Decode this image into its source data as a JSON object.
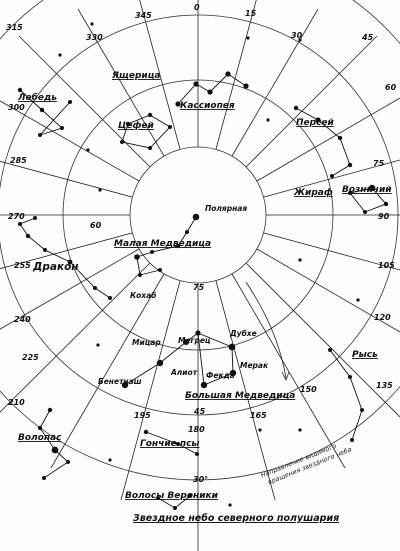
{
  "title": "Звездное небо северного полушария",
  "note": [
    "Направление видимого",
    "вращения звездного неба"
  ],
  "hour_marks": [
    "0",
    "15",
    "30",
    "45",
    "60",
    "75",
    "90",
    "105",
    "120",
    "135",
    "150",
    "165",
    "180",
    "195",
    "210",
    "225",
    "240",
    "255",
    "270",
    "285",
    "300",
    "315",
    "330",
    "345"
  ],
  "declination_marks": [
    "30",
    "45",
    "60",
    "75",
    "30°"
  ],
  "constellations": [
    "Лебедь",
    "Ящерица",
    "Цефей",
    "Кассиопея",
    "Персей",
    "Жираф",
    "Возничий",
    "Малая Медведица",
    "Дракон",
    "Рысь",
    "Большая Медведица",
    "Волопас",
    "Гончие псы",
    "Волосы Вероники"
  ],
  "stars": [
    "Полярная",
    "Кохаб",
    "Мицар",
    "Мегрец",
    "Дубхе",
    "Алиот",
    "Мерак",
    "Фекда",
    "Бенетнаш"
  ]
}
